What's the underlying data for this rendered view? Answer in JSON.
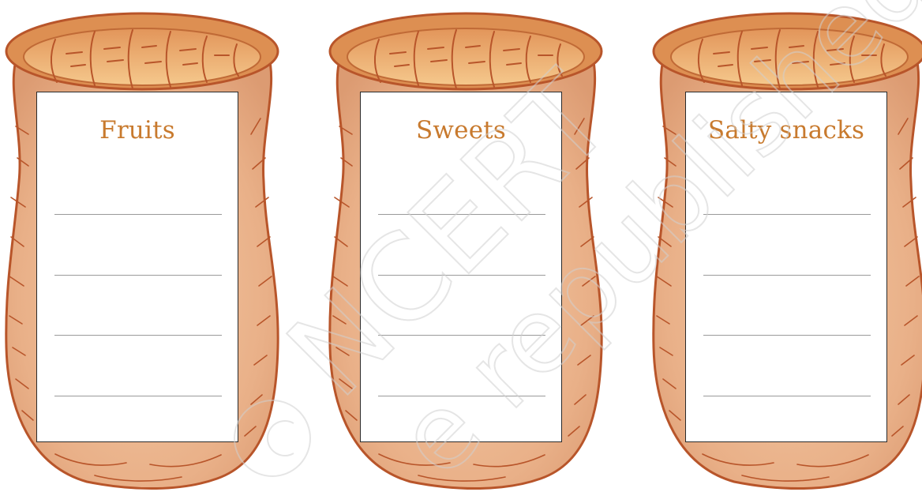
{
  "baskets": [
    {
      "title": "Fruits"
    },
    {
      "title": "Sweets"
    },
    {
      "title": "Salty snacks"
    }
  ],
  "watermark": {
    "line1": "© NCERT",
    "line2": "not to be republished"
  },
  "colors": {
    "title": "#c87a2e",
    "basket_fill": "#eab48b",
    "basket_outline": "#b8552a",
    "rim_fill": "#f0b773",
    "writing_line": "#9a9a9a"
  }
}
